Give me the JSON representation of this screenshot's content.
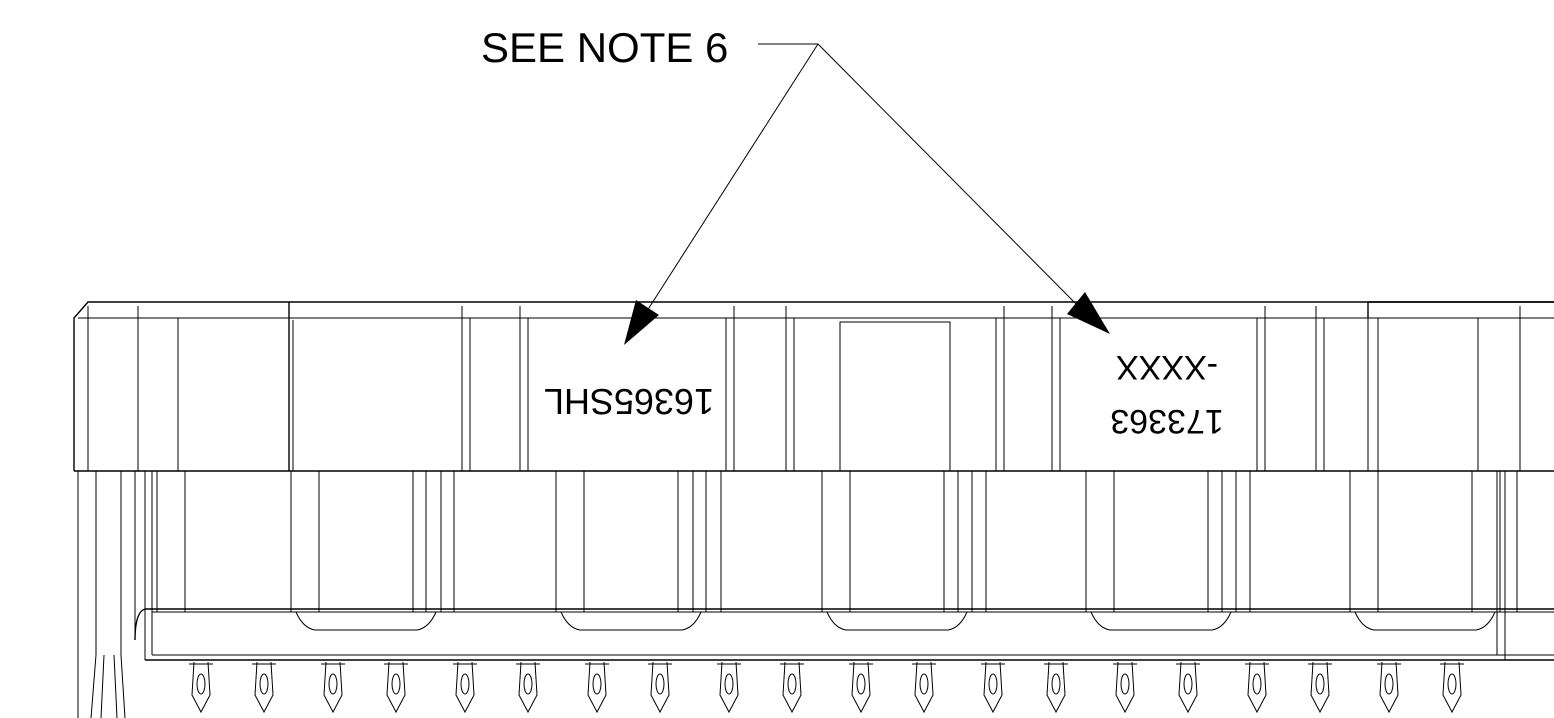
{
  "callout": {
    "text": "SEE NOTE 6"
  },
  "markings": [
    {
      "text": "16365SHL",
      "rotated": true
    },
    {
      "line1": "-XXXX",
      "line2": "173363",
      "rotated": true
    }
  ],
  "colors": {
    "stroke": "#000000",
    "background": "#ffffff"
  }
}
